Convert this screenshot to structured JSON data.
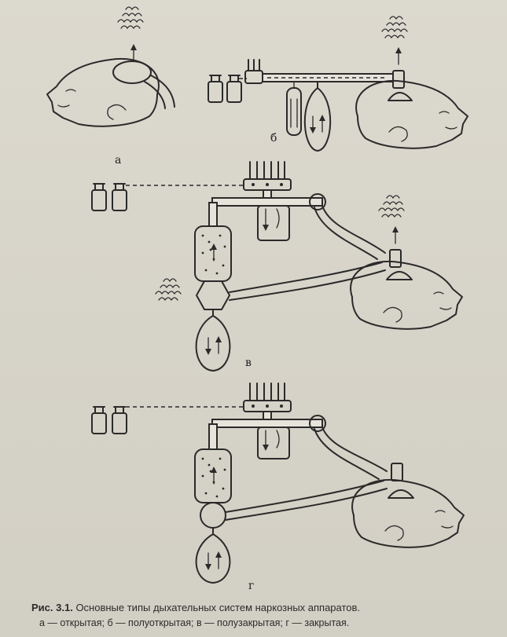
{
  "panels": [
    {
      "id": "a",
      "label": "а"
    },
    {
      "id": "b",
      "label": "б"
    },
    {
      "id": "v",
      "label": "в"
    },
    {
      "id": "g",
      "label": "г"
    }
  ],
  "caption": {
    "figure_number": "Рис. 3.1.",
    "title": "Основные типы дыхательных систем наркозных аппаратов.",
    "legend": "а — открытая; б — полуоткрытая; в — полузакрытая; г — закрытая."
  }
}
